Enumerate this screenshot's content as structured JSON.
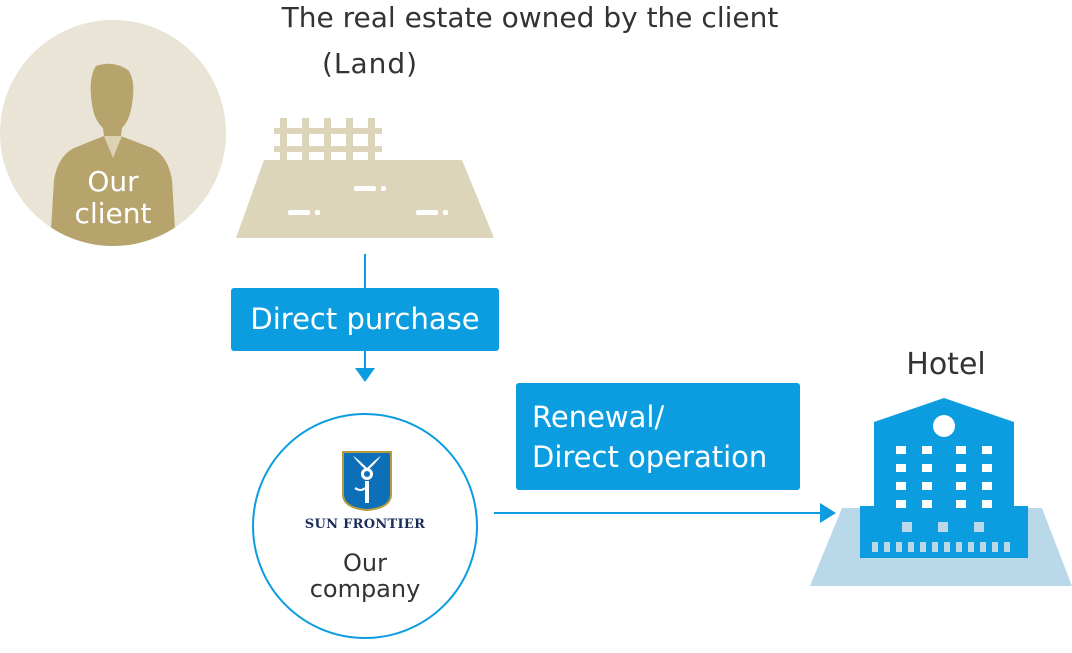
{
  "title": "The real estate owned by the client",
  "subtitle": "(Land)",
  "client": {
    "label_line1": "Our",
    "label_line2": "client",
    "icon": "person-silhouette-icon"
  },
  "land": {
    "icon": "land-plot-with-fence-icon"
  },
  "purchase_label": "Direct purchase",
  "renewal": {
    "line1": "Renewal/",
    "line2": "Direct operation"
  },
  "company": {
    "brand": "SUN FRONTIER",
    "label_line1": "Our",
    "label_line2": "company",
    "icon": "sun-frontier-logo-icon"
  },
  "hotel": {
    "label": "Hotel",
    "icon": "hotel-building-icon"
  },
  "colors": {
    "accent_blue": "#0c9de0",
    "beige": "#ddd5b9",
    "gold": "#b7a46d",
    "light_blue": "#b9d9ea"
  }
}
